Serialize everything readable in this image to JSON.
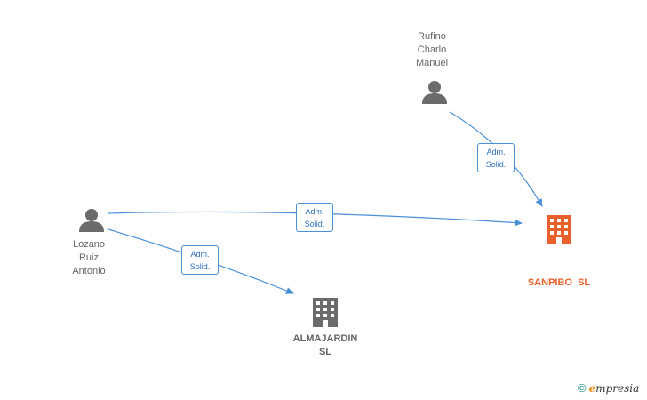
{
  "nodes": {
    "rufino": {
      "lines": [
        "Rufino",
        "Charlo",
        "Manuel"
      ],
      "icon": "person-icon"
    },
    "lozano": {
      "lines": [
        "Lozano",
        "Ruiz",
        "Antonio"
      ],
      "icon": "person-icon"
    },
    "sanpibo": {
      "lines": [
        "SANPIBO  SL"
      ],
      "icon": "building-icon",
      "color": "#e8612c"
    },
    "almajardin": {
      "lines": [
        "ALMAJARDIN",
        "SL"
      ],
      "icon": "building-icon",
      "color": "#6b6b6b"
    }
  },
  "edges": [
    {
      "from": "Rufino Charlo Manuel",
      "to": "SANPIBO SL",
      "label": [
        "Adm.",
        "Solid."
      ]
    },
    {
      "from": "Lozano Ruiz Antonio",
      "to": "SANPIBO SL",
      "label": [
        "Adm.",
        "Solid."
      ]
    },
    {
      "from": "Lozano Ruiz Antonio",
      "to": "ALMAJARDIN SL",
      "label": [
        "Adm.",
        "Solid."
      ]
    }
  ],
  "colors": {
    "edge": "#4a8fd8",
    "person": "#6b6b6b"
  },
  "watermark": {
    "symbol": "©",
    "brand_first": "e",
    "brand_rest": "mpresia"
  }
}
